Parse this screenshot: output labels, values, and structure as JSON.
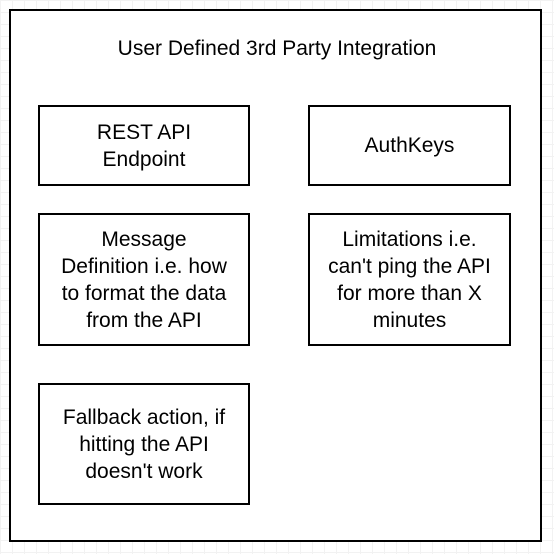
{
  "diagram": {
    "title": "User Defined 3rd Party Integration",
    "boxes": [
      {
        "lines": [
          "REST API",
          "Endpoint"
        ]
      },
      {
        "lines": [
          "AuthKeys"
        ]
      },
      {
        "lines": [
          "Message",
          "Definition i.e. how",
          "to format the data",
          "from the API"
        ]
      },
      {
        "lines": [
          "Limitations i.e.",
          "can't ping the API",
          "for more than X",
          "minutes"
        ]
      },
      {
        "lines": [
          "Fallback action, if",
          "hitting the API",
          "doesn't work"
        ]
      }
    ]
  }
}
